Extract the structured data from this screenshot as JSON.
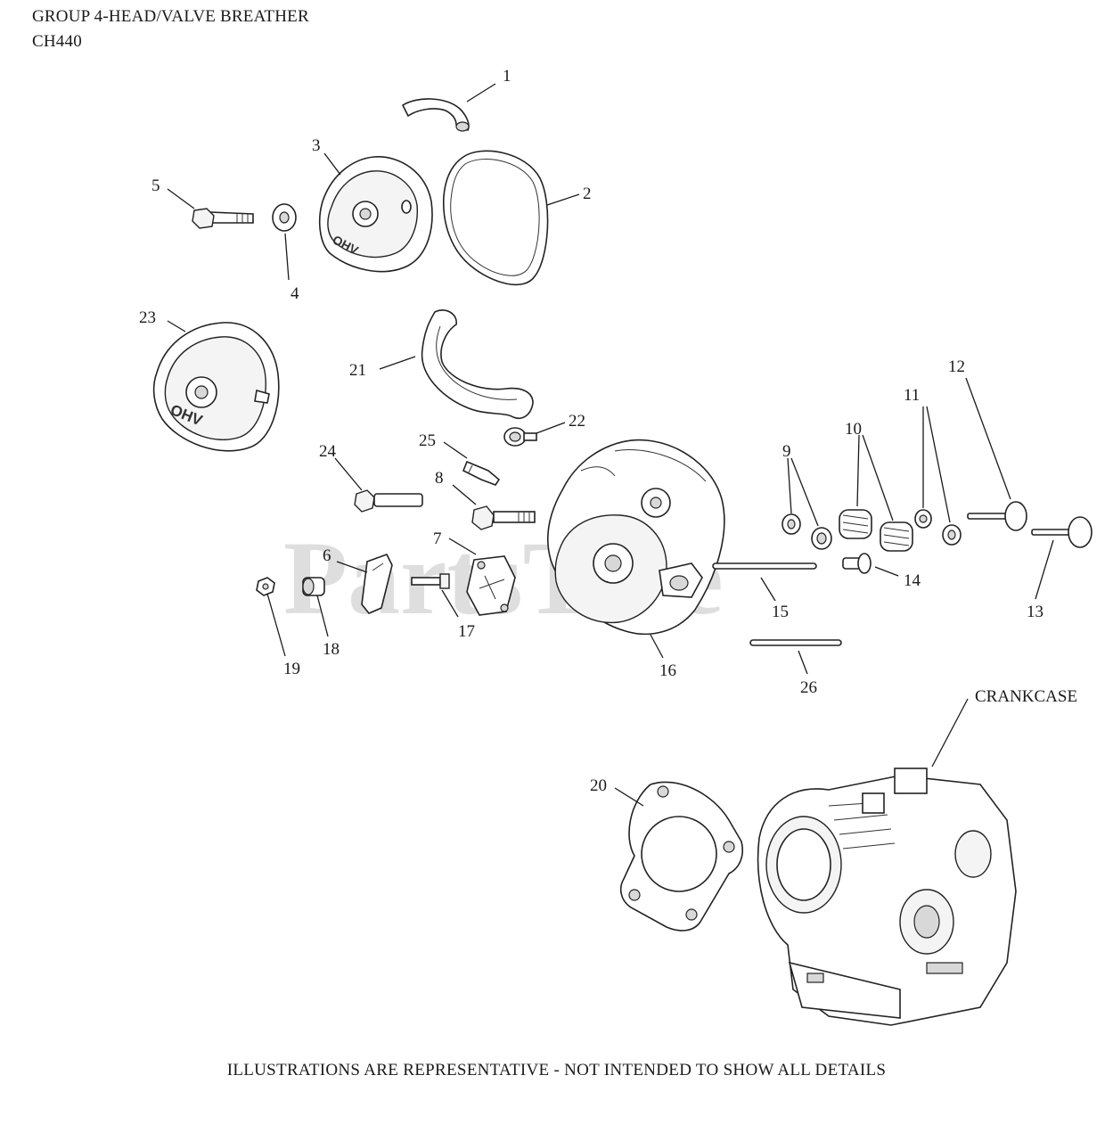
{
  "header": {
    "title": "GROUP 4-HEAD/VALVE BREATHER",
    "model": "CH440"
  },
  "watermark": "PartsTree",
  "cover_badge": "OHV",
  "footer": "ILLUSTRATIONS ARE REPRESENTATIVE - NOT INTENDED TO SHOW ALL DETAILS",
  "labels": {
    "l1": "1",
    "l2": "2",
    "l3": "3",
    "l4": "4",
    "l5": "5",
    "l6": "6",
    "l7": "7",
    "l8": "8",
    "l9": "9",
    "l10": "10",
    "l11": "11",
    "l12": "12",
    "l13": "13",
    "l14": "14",
    "l15": "15",
    "l16": "16",
    "l17": "17",
    "l18": "18",
    "l19": "19",
    "l20": "20",
    "l21": "21",
    "l22": "22",
    "l23": "23",
    "l24": "24",
    "l25": "25",
    "l26": "26",
    "crankcase": "CRANKCASE"
  }
}
